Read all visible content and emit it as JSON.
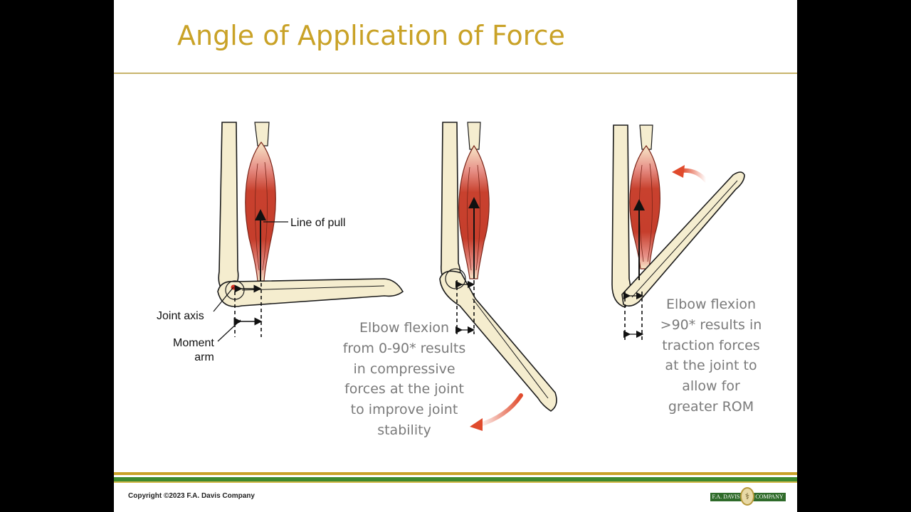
{
  "slide": {
    "title": "Angle of Application of Force",
    "figure": {
      "labels": {
        "line_of_pull": "Line of pull",
        "joint_axis": "Joint axis",
        "moment_arm": "Moment\narm"
      }
    },
    "captions": {
      "compressive": "Elbow flexion\nfrom 0-90* results\nin compressive\nforces at the joint\nto improve joint\nstability",
      "traction": "Elbow flexion\n>90* results in\ntraction forces\nat the joint to\nallow for\ngreater ROM"
    },
    "footer": {
      "copyright": "Copyright ©2023 F.A. Davis Company",
      "logo_left": "F.A. DAVIS",
      "logo_right": "COMPANY"
    },
    "colors": {
      "title": "#c9a227",
      "muscle": "#c8412e",
      "bone": "#f5edcf",
      "arrow": "#e05a3a",
      "footer_green": "#3e8a2e"
    }
  }
}
